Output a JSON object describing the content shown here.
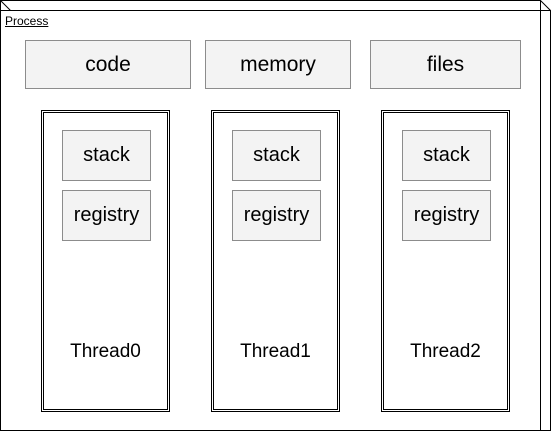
{
  "process": {
    "label": "Process"
  },
  "resources": [
    {
      "name": "code-box",
      "label": "code"
    },
    {
      "name": "memory-box",
      "label": "memory"
    },
    {
      "name": "files-box",
      "label": "files"
    }
  ],
  "threads": [
    {
      "label": "Thread0",
      "stack": "stack",
      "registry": "registry"
    },
    {
      "label": "Thread1",
      "stack": "stack",
      "registry": "registry"
    },
    {
      "label": "Thread2",
      "stack": "stack",
      "registry": "registry"
    }
  ]
}
